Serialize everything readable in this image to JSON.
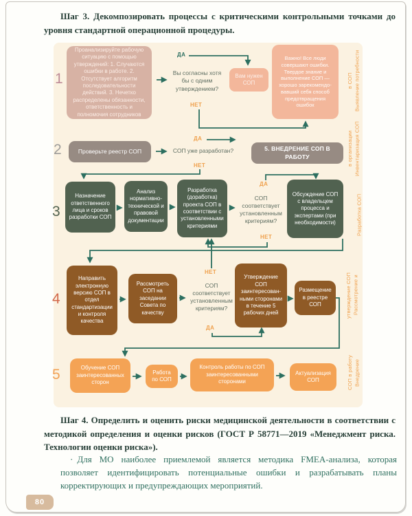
{
  "colors": {
    "arrow_teal": "#2c6f60",
    "label_orange": "#efa04c",
    "question_gray": "#5d6d61",
    "panel_cream": "#fbf2e1",
    "row1_rose": "#d7b2a4",
    "row1_peach": "#f3b79b",
    "row2_taupe": "#978b83",
    "row3_green": "#516250",
    "row4_brown": "#8f5a26",
    "row5_orange": "#f4a355",
    "heading_dark": "#263e36",
    "bullet_teal": "#2d6e5e",
    "badge_tan": "#d7bb9e",
    "num1": "#bd8b96",
    "num2": "#9d9c9a",
    "num3": "#516250",
    "num4": "#d2684a",
    "num5": "#f2a155"
  },
  "header": {
    "step3": "Шаг 3. Декомпозировать процессы с критическими контрольными точками до уровня стандартной операционной процедуры."
  },
  "flow": {
    "row1": {
      "num": "1",
      "analyze": "Проанализируйте рабочую ситуацию с помощью утверждений: 1. Случаются ошибки в работе. 2. Отсутствует алгоритм последовательности действий. 3. Нечетко распределены обязанности, ответственность и полномочия сотрудников",
      "question": "Вы согласны хотя бы с одним утверждением?",
      "yes": "ДА",
      "no": "НЕТ",
      "need": "Вам нужен СОП",
      "important": "Важно! Все люди совершают ошибки. Твердое знание и выполнение СОП — хорошо зарекомендо-вавший себя способ предотвращения ошибок",
      "side": "Выявление потребности в СОП"
    },
    "row2": {
      "num": "2",
      "check": "Проверьте реестр СОП",
      "question": "СОП уже разработан?",
      "yes": "ДА",
      "no": "НЕТ",
      "implement": "5. ВНЕДРЕНИЕ СОП В РАБОТУ",
      "side": "Инвентаризация СОП в организации"
    },
    "row3": {
      "num": "3",
      "assign": "Назначение ответственного лица и сроков разработки СОП",
      "analysis": "Анализ нормативно-технической и правовой документации",
      "develop": "Разработка (доработка) проекта СОП в соответствии с установленными критериями",
      "question": "СОП соответствует установленным критериям?",
      "yes": "ДА",
      "no": "НЕТ",
      "discuss": "Обсуждение СОП с владельцем процесса и экспертами (при необходимости)",
      "side": "Разработка СОП"
    },
    "row4": {
      "num": "4",
      "send": "Направить электронную версию СОП в отдел стандартизации и контроля качества",
      "review": "Рассмотреть СОП на заседании Совета по качеству",
      "question": "СОП соответствует установленным критериям?",
      "yes": "ДА",
      "no": "НЕТ",
      "approve": "Утверждение СОП заинтересован-ными сторонами в течение 5 рабочих дней",
      "registry": "Размещение в реестре СОП",
      "side": "Рассмотрение и утверждение СОП"
    },
    "row5": {
      "num": "5",
      "training": "Обучение СОП заинтересованных сторон",
      "work": "Работа по СОП",
      "control": "Контроль работы по СОП заинтересованными сторонами",
      "update": "Актуализация СОП",
      "side": "Внедрение СОП в работу"
    }
  },
  "footer": {
    "step4": "Шаг 4. Определить и оценить риски медицинской деятельности в соответствии с методикой определения и оценки рисков (ГОСТ Р 58771—2019 «Менеджмент риска. Технологии оценки риска»).",
    "bullet_marker": "·",
    "bullet": "Для МО наиболее приемлемой является методика FMEA-анализа, которая позволяет идентифицировать потенциальные ошибки и разрабатывать планы корректирующих и предупреждающих мероприятий.",
    "page_number": "80"
  }
}
